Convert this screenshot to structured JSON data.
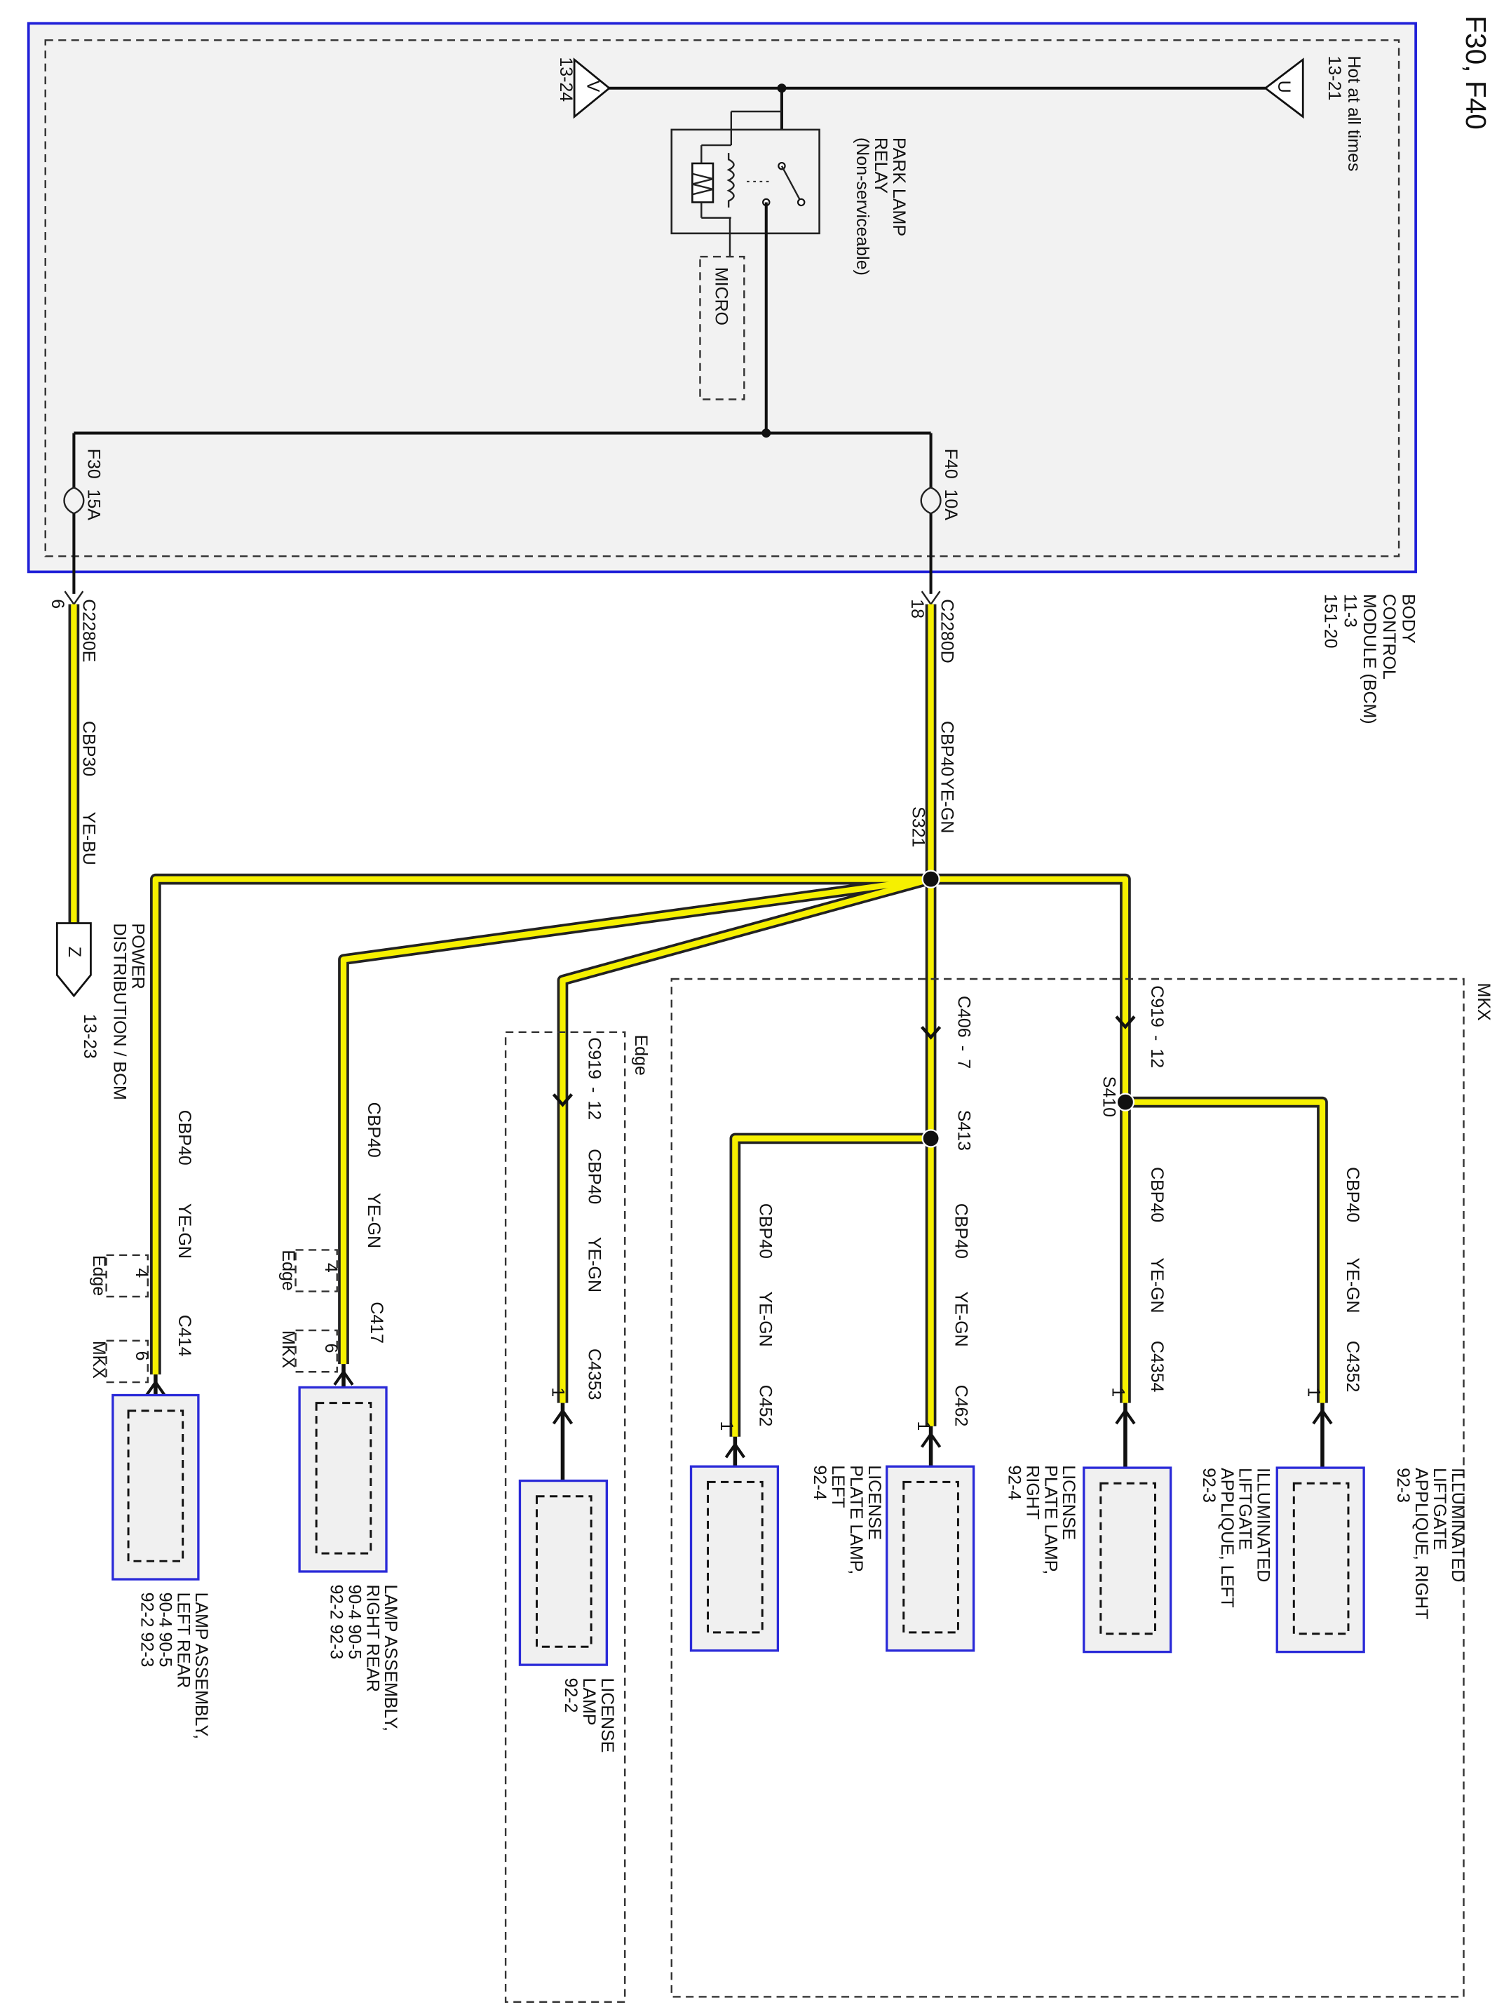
{
  "page_label": "F30, F40",
  "module": {
    "name_lines": [
      "BODY",
      "CONTROL",
      "MODULE (BCM)",
      "11-3",
      "151-20"
    ],
    "hot_lines": [
      "Hot at all times",
      "13-21"
    ],
    "feed_connector": {
      "letter": "U"
    },
    "out_connector": {
      "letter": "V",
      "ref": "13-24"
    },
    "relay_lines": [
      "PARK LAMP",
      "RELAY",
      "(Non-serviceable)"
    ],
    "micro": "MICRO",
    "fuse_f40": {
      "name": "F40",
      "rating": "10A"
    },
    "fuse_f30": {
      "name": "F30",
      "rating": "15A"
    }
  },
  "power_dist": {
    "connector": "C2280E",
    "pin": "6",
    "circuit": "CBP30",
    "color": "YE-BU",
    "letter": "Z",
    "label_lines": [
      "POWER",
      "DISTRIBUTION / BCM"
    ],
    "ref": "13-23"
  },
  "main_feed": {
    "connector": "C2280D",
    "pin": "18",
    "circuit": "CBP40",
    "color": "YE-GN",
    "splice": "S321"
  },
  "zones": {
    "mkx": "MKX",
    "edge": "Edge"
  },
  "mkx_branch": {
    "c406": "C406",
    "c406_pin": "7",
    "splice_s413": "S413",
    "c919": "C919",
    "c919_pin": "12",
    "splice_s410": "S410"
  },
  "edge_branch": {
    "c919": "C919",
    "c919_pin": "12"
  },
  "branches": [
    {
      "id": "lr",
      "circuit": "CBP40",
      "color": "YE-GN",
      "connector": "C414",
      "opt_pins": [
        {
          "pin": "4",
          "variant": "Edge"
        },
        {
          "pin": "6",
          "variant": "MKX"
        }
      ],
      "label_lines": [
        "LAMP ASSEMBLY,",
        "LEFT REAR",
        "90-4   90-5",
        "92-2   92-3"
      ]
    },
    {
      "id": "rr",
      "circuit": "CBP40",
      "color": "YE-GN",
      "connector": "C417",
      "opt_pins": [
        {
          "pin": "4",
          "variant": "Edge"
        },
        {
          "pin": "6",
          "variant": "MKX"
        }
      ],
      "label_lines": [
        "LAMP ASSEMBLY,",
        "RIGHT REAR",
        "90-4   90-5",
        "92-2   92-3"
      ]
    },
    {
      "id": "lic",
      "circuit": "CBP40",
      "color": "YE-GN",
      "connector": "C4353",
      "pin": "1",
      "label_lines": [
        "LICENSE",
        "LAMP",
        "92-2"
      ]
    },
    {
      "id": "lpl",
      "circuit": "CBP40",
      "color": "YE-GN",
      "connector": "C452",
      "pin": "1",
      "label_lines": [
        "LICENSE",
        "PLATE LAMP,",
        "LEFT",
        "92-4"
      ]
    },
    {
      "id": "lpr",
      "circuit": "CBP40",
      "color": "YE-GN",
      "connector": "C462",
      "pin": "1",
      "label_lines": [
        "LICENSE",
        "PLATE LAMP,",
        "RIGHT",
        "92-4"
      ]
    },
    {
      "id": "lal",
      "circuit": "CBP40",
      "color": "YE-GN",
      "connector": "C4354",
      "pin": "1",
      "label_lines": [
        "ILLUMINATED",
        "LIFTGATE",
        "APPLIQUE, LEFT",
        "92-3"
      ]
    },
    {
      "id": "lar",
      "circuit": "CBP40",
      "color": "YE-GN",
      "connector": "C4352",
      "pin": "1",
      "label_lines": [
        "ILLUMINATED",
        "LIFTGATE",
        "APPLIQUE, RIGHT",
        "92-3"
      ]
    }
  ],
  "colors": {
    "wire_fill": "#f6f000",
    "wire_edge": "#222222",
    "module_border": "#1f1fd8",
    "component_fill": "#f0f0f0"
  }
}
